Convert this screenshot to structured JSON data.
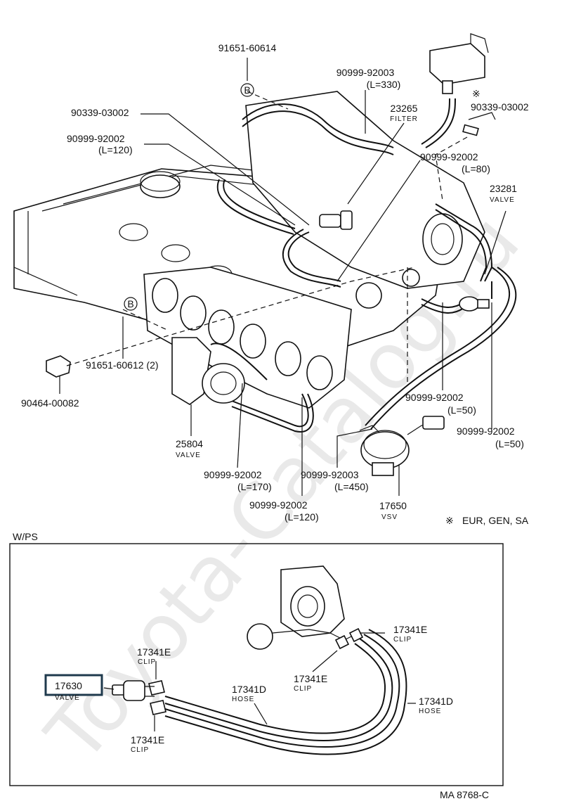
{
  "labels": {
    "p_91651_60614": "91651-60614",
    "p_90999_92003_a": "90999-92003",
    "p_90999_92003_a_len": "(L=330)",
    "p_90339_03002_a": "90339-03002",
    "p_23265": "23265",
    "p_23265_sub": "FILTER",
    "p_90339_03002_b": "90339-03002",
    "p_90999_92002_a": "90999-92002",
    "p_90999_92002_a_len": "(L=120)",
    "p_90999_92002_b": "90999-92002",
    "p_90999_92002_b_len": "(L=80)",
    "p_23281": "23281",
    "p_23281_sub": "VALVE",
    "p_91651_60612": "91651-60612 (2)",
    "p_90464_00082": "90464-00082",
    "p_25804": "25804",
    "p_25804_sub": "VALVE",
    "p_90999_92002_c": "90999-92002",
    "p_90999_92002_c_len": "(L=50)",
    "p_90999_92002_d": "90999-92002",
    "p_90999_92002_d_len": "(L=50)",
    "p_90999_92003_b": "90999-92003",
    "p_90999_92003_b_len": "(L=450)",
    "p_90999_92002_e": "90999-92002",
    "p_90999_92002_e_len": "(L=170)",
    "p_17650": "17650",
    "p_17650_sub": "VSV",
    "p_90999_92002_f": "90999-92002",
    "p_90999_92002_f_len": "(L=120)",
    "region_note": "EUR, GEN, SA",
    "ref_mark": "※",
    "circle_b": "B",
    "wps": "W/PS",
    "p_17341e_a": "17341E",
    "p_17341e_a_sub": "CLIP",
    "p_17341e_b": "17341E",
    "p_17341e_b_sub": "CLIP",
    "p_17341e_c": "17341E",
    "p_17341e_c_sub": "CLIP",
    "p_17341e_d": "17341E",
    "p_17341e_d_sub": "CLIP",
    "p_17630": "17630",
    "p_17630_sub": "VALVE",
    "p_17341d_a": "17341D",
    "p_17341d_a_sub": "HOSE",
    "p_17341d_b": "17341D",
    "p_17341d_b_sub": "HOSE",
    "diagram_code": "MA 8768-C",
    "watermark": "Toyota-Catalog.ru"
  },
  "colors": {
    "ink": "#111111",
    "highlight_box": "#1f3a4d",
    "watermark": "#cfcfcf"
  }
}
